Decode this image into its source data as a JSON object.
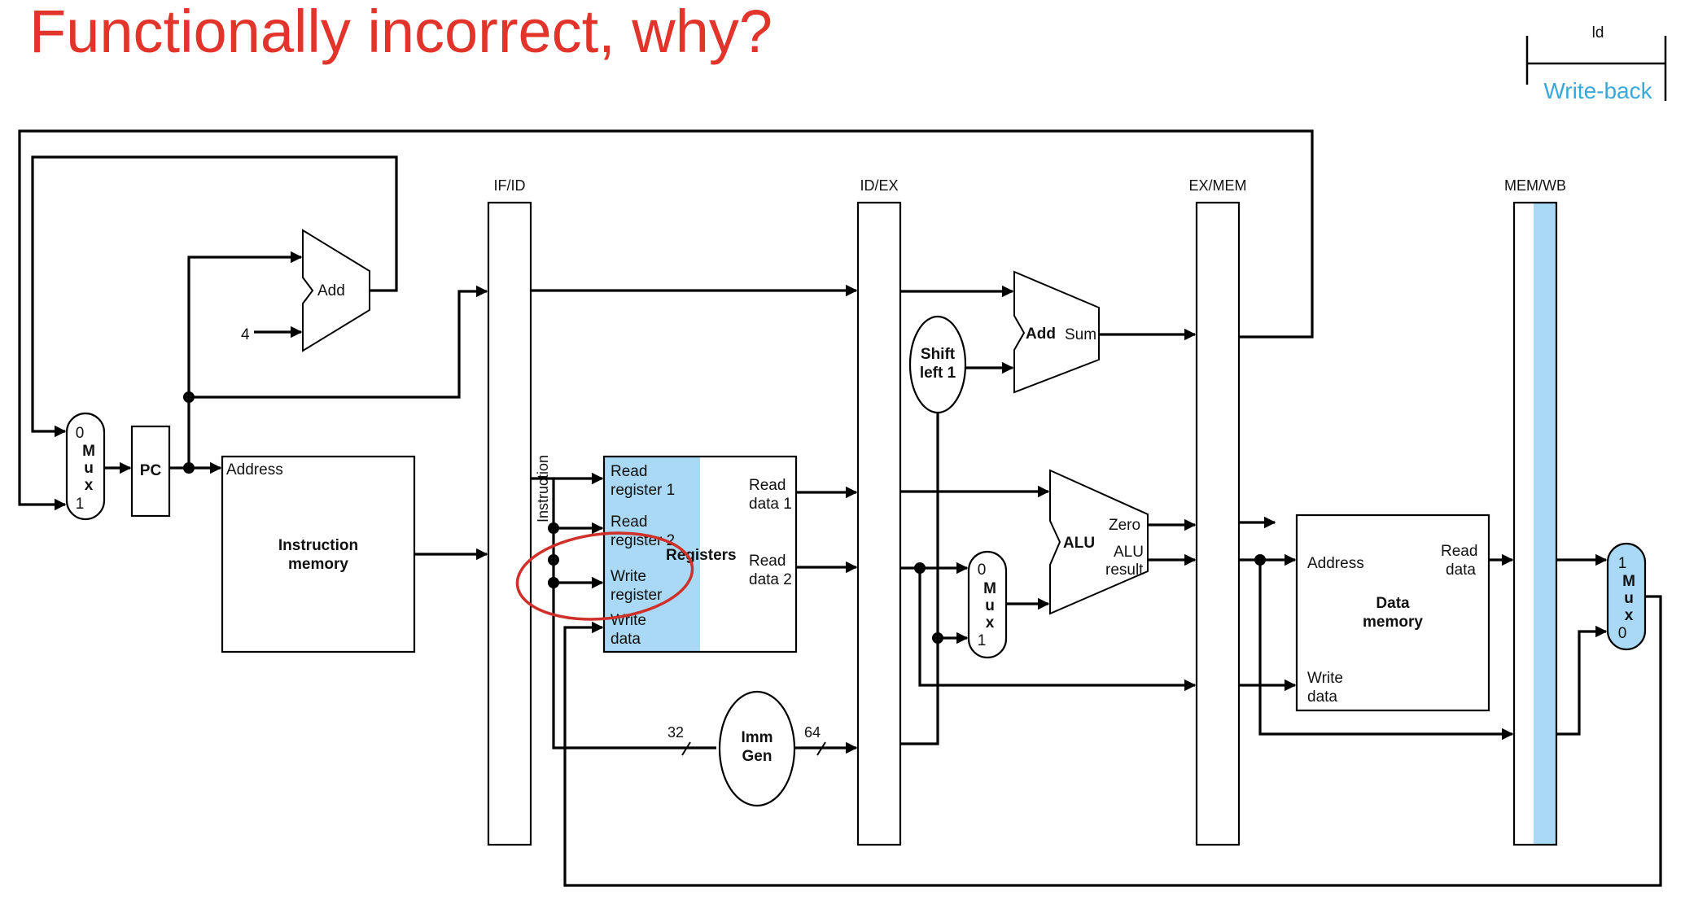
{
  "title": "Functionally incorrect, why?",
  "stage_legend": {
    "top": "ld",
    "bottom": "Write-back"
  },
  "colors": {
    "title": "#e2342a",
    "highlight": "#a9d9f5",
    "legend_bottom": "#3aa7dc",
    "circle": "#d0302a"
  },
  "pipeline_registers": [
    "IF/ID",
    "ID/EX",
    "EX/MEM",
    "MEM/WB"
  ],
  "pc": "PC",
  "pc_mux": {
    "top": "0",
    "label": [
      "M",
      "u",
      "x"
    ],
    "bottom": "1"
  },
  "adder_if": {
    "label": "Add",
    "const": "4"
  },
  "instruction_memory": {
    "port": "Address",
    "name": [
      "Instruction",
      "memory"
    ]
  },
  "instruction_label": "Instruction",
  "registers": {
    "name": "Registers",
    "inputs": [
      [
        "Read",
        "register 1"
      ],
      [
        "Read",
        "register 2"
      ],
      [
        "Write",
        "register"
      ],
      [
        "Write",
        "data"
      ]
    ],
    "outputs": [
      [
        "Read",
        "data 1"
      ],
      [
        "Read",
        "data 2"
      ]
    ]
  },
  "imm_gen": {
    "name": [
      "Imm",
      "Gen"
    ],
    "in_bits": "32",
    "out_bits": "64"
  },
  "shift": [
    "Shift",
    "left 1"
  ],
  "adder_ex": {
    "label": "Add",
    "out": "Sum"
  },
  "alu_mux": {
    "top": "0",
    "label": [
      "M",
      "u",
      "x"
    ],
    "bottom": "1"
  },
  "alu": {
    "name": "ALU",
    "zero": "Zero",
    "result": [
      "ALU",
      "result"
    ]
  },
  "data_memory": {
    "address": "Address",
    "read": [
      "Read",
      "data"
    ],
    "write": [
      "Write",
      "data"
    ],
    "name": [
      "Data",
      "memory"
    ]
  },
  "wb_mux": {
    "top": "1",
    "label": [
      "M",
      "u",
      "x"
    ],
    "bottom": "0"
  }
}
